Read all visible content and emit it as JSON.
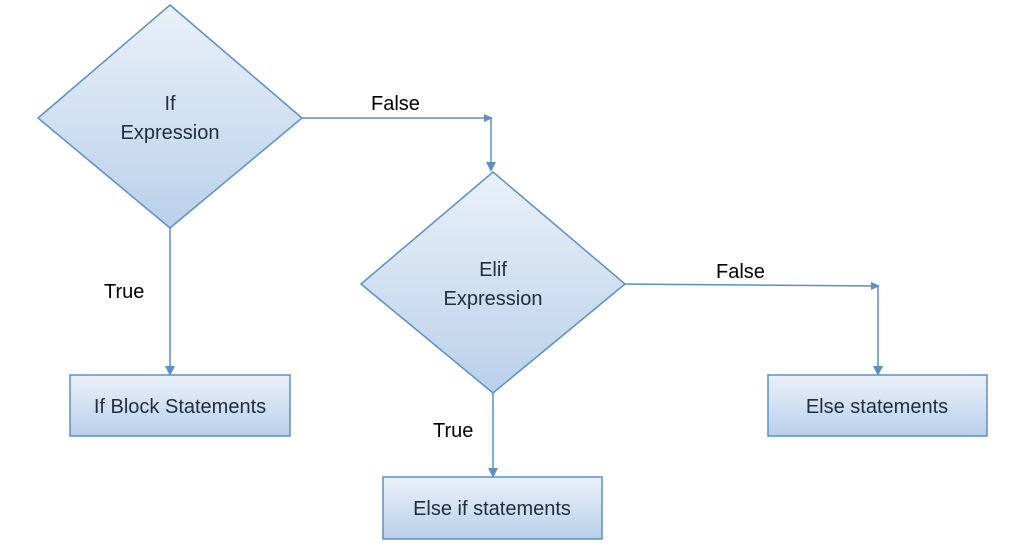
{
  "nodes": {
    "if_expression": {
      "line1": "If",
      "line2": "Expression"
    },
    "elif_expression": {
      "line1": "Elif",
      "line2": "Expression"
    },
    "if_block": {
      "label": "If Block Statements"
    },
    "else_if_block": {
      "label": "Else if statements"
    },
    "else_block": {
      "label": "Else statements"
    }
  },
  "edges": {
    "if_false": "False",
    "if_true": "True",
    "elif_false": "False",
    "elif_true": "True"
  },
  "colors": {
    "fill_top": "#eaf1f9",
    "fill_bottom": "#b9d0ea",
    "stroke": "#5b8fc9",
    "text": "#1f2d3d"
  }
}
